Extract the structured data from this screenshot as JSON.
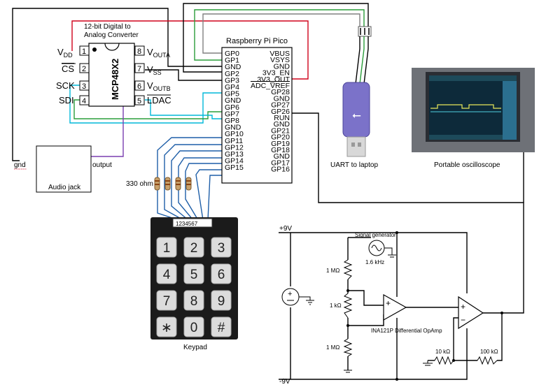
{
  "dac": {
    "caption_line1": "12-bit Digital to",
    "caption_line2": "Analog Converter",
    "part": "MCP48X2",
    "pins_left": [
      {
        "num": "1",
        "main": "V",
        "sub": "DD"
      },
      {
        "num": "2",
        "main": "CS",
        "sub": ""
      },
      {
        "num": "3",
        "main": "SCK",
        "sub": ""
      },
      {
        "num": "4",
        "main": "SDI",
        "sub": ""
      }
    ],
    "pins_right": [
      {
        "num": "8",
        "main": "V",
        "sub": "OUTA"
      },
      {
        "num": "7",
        "main": "V",
        "sub": "SS"
      },
      {
        "num": "6",
        "main": "V",
        "sub": "OUTB"
      },
      {
        "num": "5",
        "main": "LDAC",
        "sub": ""
      }
    ]
  },
  "pico": {
    "title": "Raspberry Pi Pico",
    "left_pins": [
      "GP0",
      "GP1",
      "GND",
      "GP2",
      "GP3",
      "GP4",
      "GP5",
      "GND",
      "GP6",
      "GP7",
      "GP8",
      "GND",
      "GP10",
      "GP11",
      "GP12",
      "GP13",
      "GP14",
      "GP15"
    ],
    "right_pins": [
      "VBUS",
      "VSYS",
      "GND",
      "3V3_EN",
      "3V3_OUT",
      "ADC_VREF",
      "GP28",
      "GND",
      "GP27",
      "GP26",
      "RUN",
      "GND",
      "GP21",
      "GP20",
      "GP19",
      "GP18",
      "GND",
      "GP17",
      "GP16"
    ]
  },
  "audio": {
    "title": "Audio jack",
    "gnd_label": "gnd",
    "output_label": "output"
  },
  "uart": {
    "label": "UART to laptop"
  },
  "scope": {
    "label": "Portable oscilloscope"
  },
  "resistors": {
    "label": "330 ohm"
  },
  "keypad": {
    "label": "Keypad",
    "connector": "1234567",
    "keys": [
      "1",
      "2",
      "3",
      "4",
      "5",
      "6",
      "7",
      "8",
      "9",
      "∗",
      "0",
      "#"
    ]
  },
  "amp": {
    "vpos": "+9V",
    "vneg": "-9V",
    "siggen_label": "Signal generator",
    "siggen_freq": "1.6 kHz",
    "r_top": "1 MΩ",
    "r_mid": "1 kΩ",
    "r_bot": "1 MΩ",
    "opamp_label": "INA121P Differential OpAmp",
    "r_feedback1": "10 kΩ",
    "r_feedback2": "100 kΩ",
    "plus": "+",
    "minus": "−"
  }
}
